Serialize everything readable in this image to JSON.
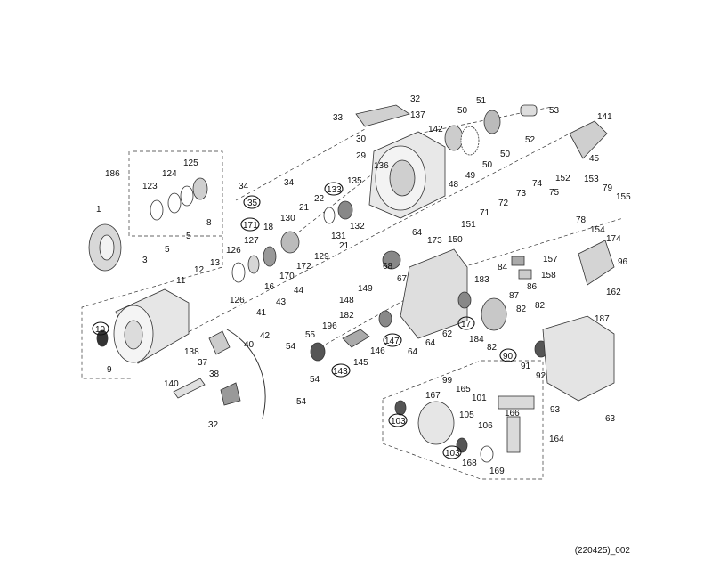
{
  "diagram": {
    "caption": "(220425)_002",
    "labels": {
      "l1": "1",
      "l3": "3",
      "l5a": "5",
      "l5b": "5",
      "l8": "8",
      "l9": "9",
      "l10": "10",
      "l11": "11",
      "l12": "12",
      "l13": "13",
      "l16": "16",
      "l17": "17",
      "l18": "18",
      "l21a": "21",
      "l21b": "21",
      "l22": "22",
      "l29": "29",
      "l30": "30",
      "l32a": "32",
      "l32b": "32",
      "l33": "33",
      "l34a": "34",
      "l34b": "34",
      "l35": "35",
      "l37": "37",
      "l38": "38",
      "l40": "40",
      "l41": "41",
      "l42": "42",
      "l43": "43",
      "l44": "44",
      "l45": "45",
      "l48": "48",
      "l49": "49",
      "l50a": "50",
      "l50b": "50",
      "l50c": "50",
      "l51": "51",
      "l52": "52",
      "l53": "53",
      "l54a": "54",
      "l54b": "54",
      "l55": "55",
      "l62": "62",
      "l63": "63",
      "l64a": "64",
      "l64b": "64",
      "l64c": "64",
      "l67": "67",
      "l68": "68",
      "l71": "71",
      "l72": "72",
      "l73": "73",
      "l74": "74",
      "l75": "75",
      "l78": "78",
      "l79": "79",
      "l82a": "82",
      "l82b": "82",
      "l84": "84",
      "l86": "86",
      "l87": "87",
      "l90": "90",
      "l91": "91",
      "l92": "92",
      "l93": "93",
      "l96": "96",
      "l99": "99",
      "l101": "101",
      "l103a": "103",
      "l103b": "103",
      "l105": "105",
      "l106": "106",
      "l123": "123",
      "l124": "124",
      "l125": "125",
      "l126a": "126",
      "l126b": "126",
      "l127": "127",
      "l129": "129",
      "l130": "130",
      "l131": "131",
      "l132": "132",
      "l133": "133",
      "l135": "135",
      "l136": "136",
      "l137": "137",
      "l138": "138",
      "l140": "140",
      "l141": "141",
      "l142": "142",
      "l143": "143",
      "l145": "145",
      "l146": "146",
      "l147": "147",
      "l148": "148",
      "l149": "149",
      "l150": "150",
      "l151": "151",
      "l152": "152",
      "l153": "153",
      "l154": "154",
      "l155": "155",
      "l157": "157",
      "l158": "158",
      "l162": "162",
      "l164": "164",
      "l165": "165",
      "l166": "166",
      "l167": "167",
      "l168": "168",
      "l169": "169",
      "l170": "170",
      "l171": "171",
      "l172": "172",
      "l173": "173",
      "l174": "174",
      "l182": "182",
      "l183": "183",
      "l184": "184",
      "l186": "186",
      "l187": "187",
      "l196": "196"
    }
  }
}
